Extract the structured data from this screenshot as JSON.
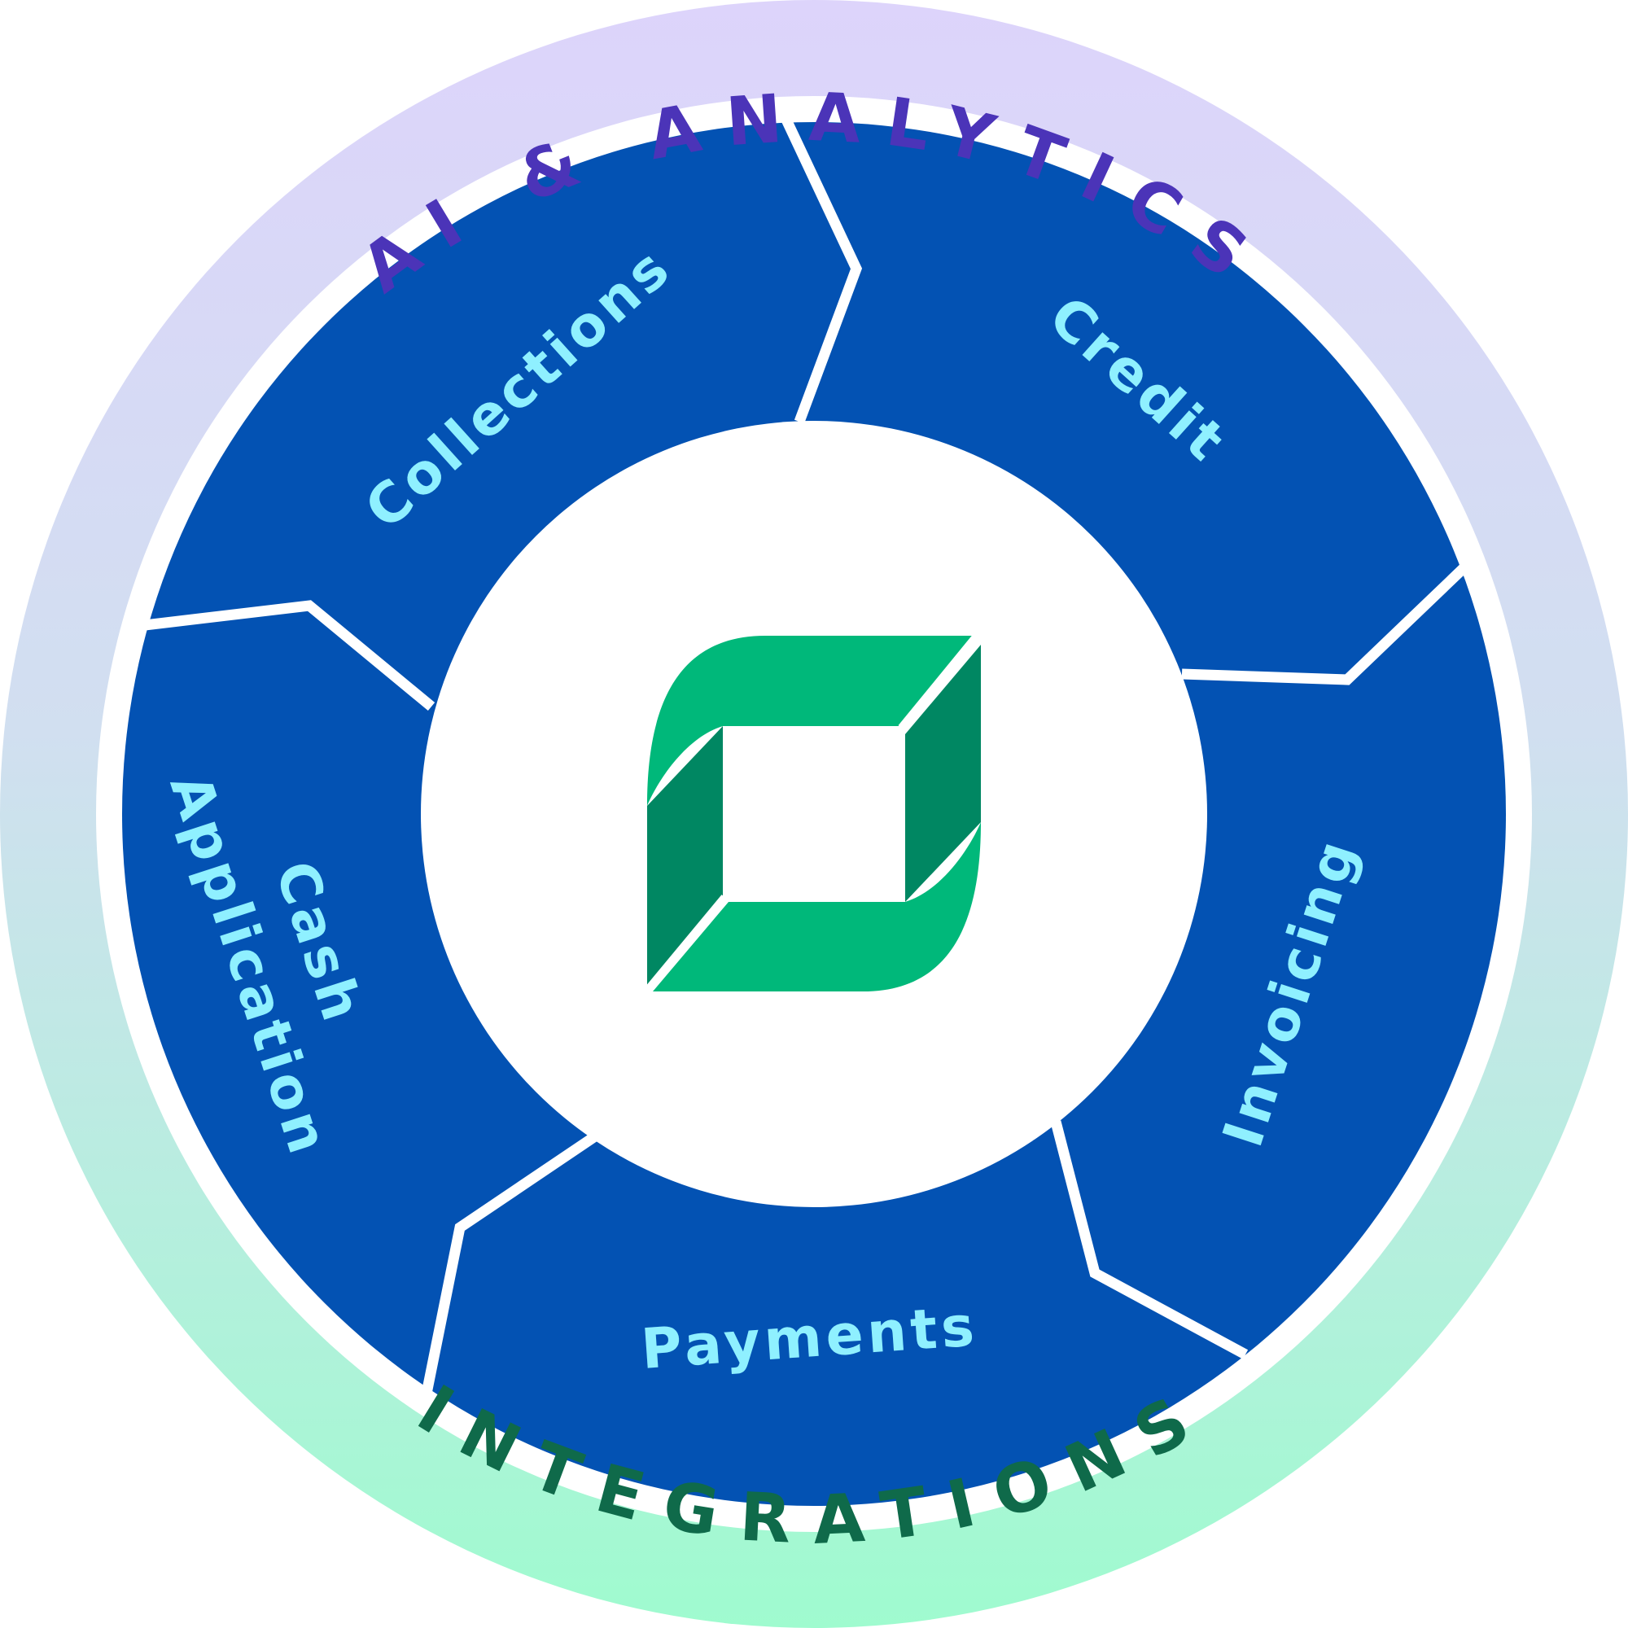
{
  "outer_ring": {
    "top_label": "AI & ANALYTICS",
    "bottom_label": "INTEGRATIONS",
    "top_label_color": "#4b34b8",
    "bottom_label_color": "#0f6a4a",
    "gradient_top": "#ddd4fb",
    "gradient_bottom": "#9ffbcf"
  },
  "segments": {
    "collections": "Collections",
    "credit": "Credit",
    "invoicing": "Invoicing",
    "payments": "Payments",
    "cash_line1": "Cash",
    "cash_line2": "Application"
  },
  "colors": {
    "segment_fill": "#0352b3",
    "segment_label": "#8ff0ff",
    "logo_light": "#00b87a",
    "logo_dark": "#008762"
  },
  "logo": {
    "icon": "green-square-brand-logo"
  }
}
